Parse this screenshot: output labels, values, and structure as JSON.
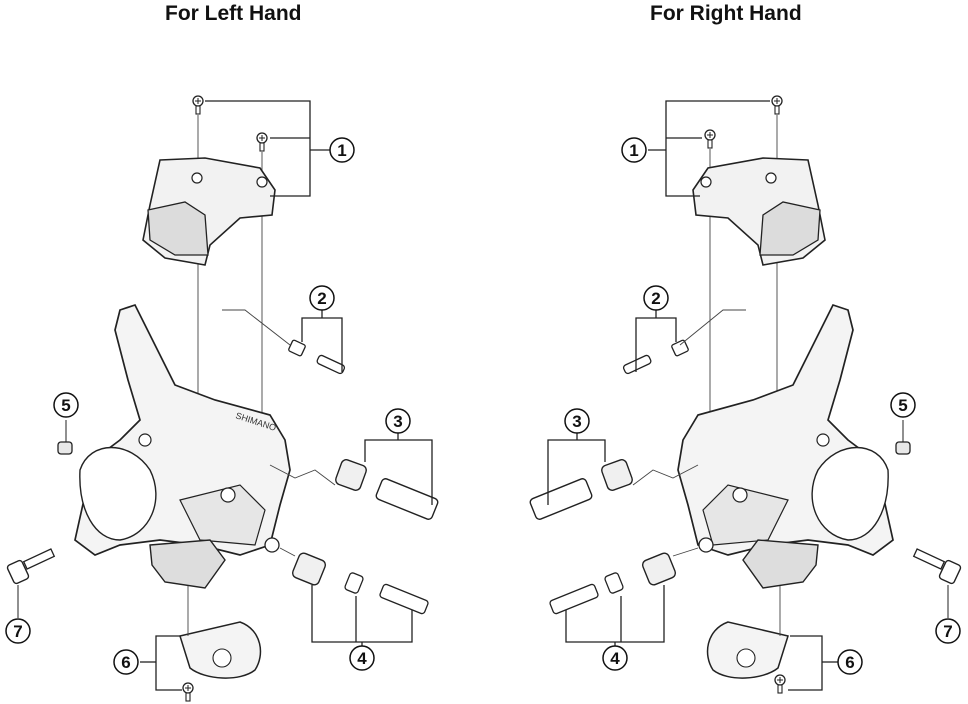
{
  "titles": {
    "left": "For Left Hand",
    "right": "For Right Hand"
  },
  "callouts": [
    "1",
    "2",
    "3",
    "4",
    "5",
    "6",
    "7"
  ],
  "parts_left": [
    "fixing-screws",
    "indicator-cover",
    "adjusting-bolt",
    "cable-adjuster",
    "cable-adjuster-set",
    "cap",
    "bottom-cover",
    "clamp-bolt",
    "shift-lever-body"
  ],
  "parts_right": [
    "fixing-screws",
    "indicator-cover",
    "adjusting-bolt",
    "cable-adjuster",
    "cable-adjuster-set",
    "cap",
    "bottom-cover",
    "clamp-bolt",
    "shift-lever-body"
  ]
}
